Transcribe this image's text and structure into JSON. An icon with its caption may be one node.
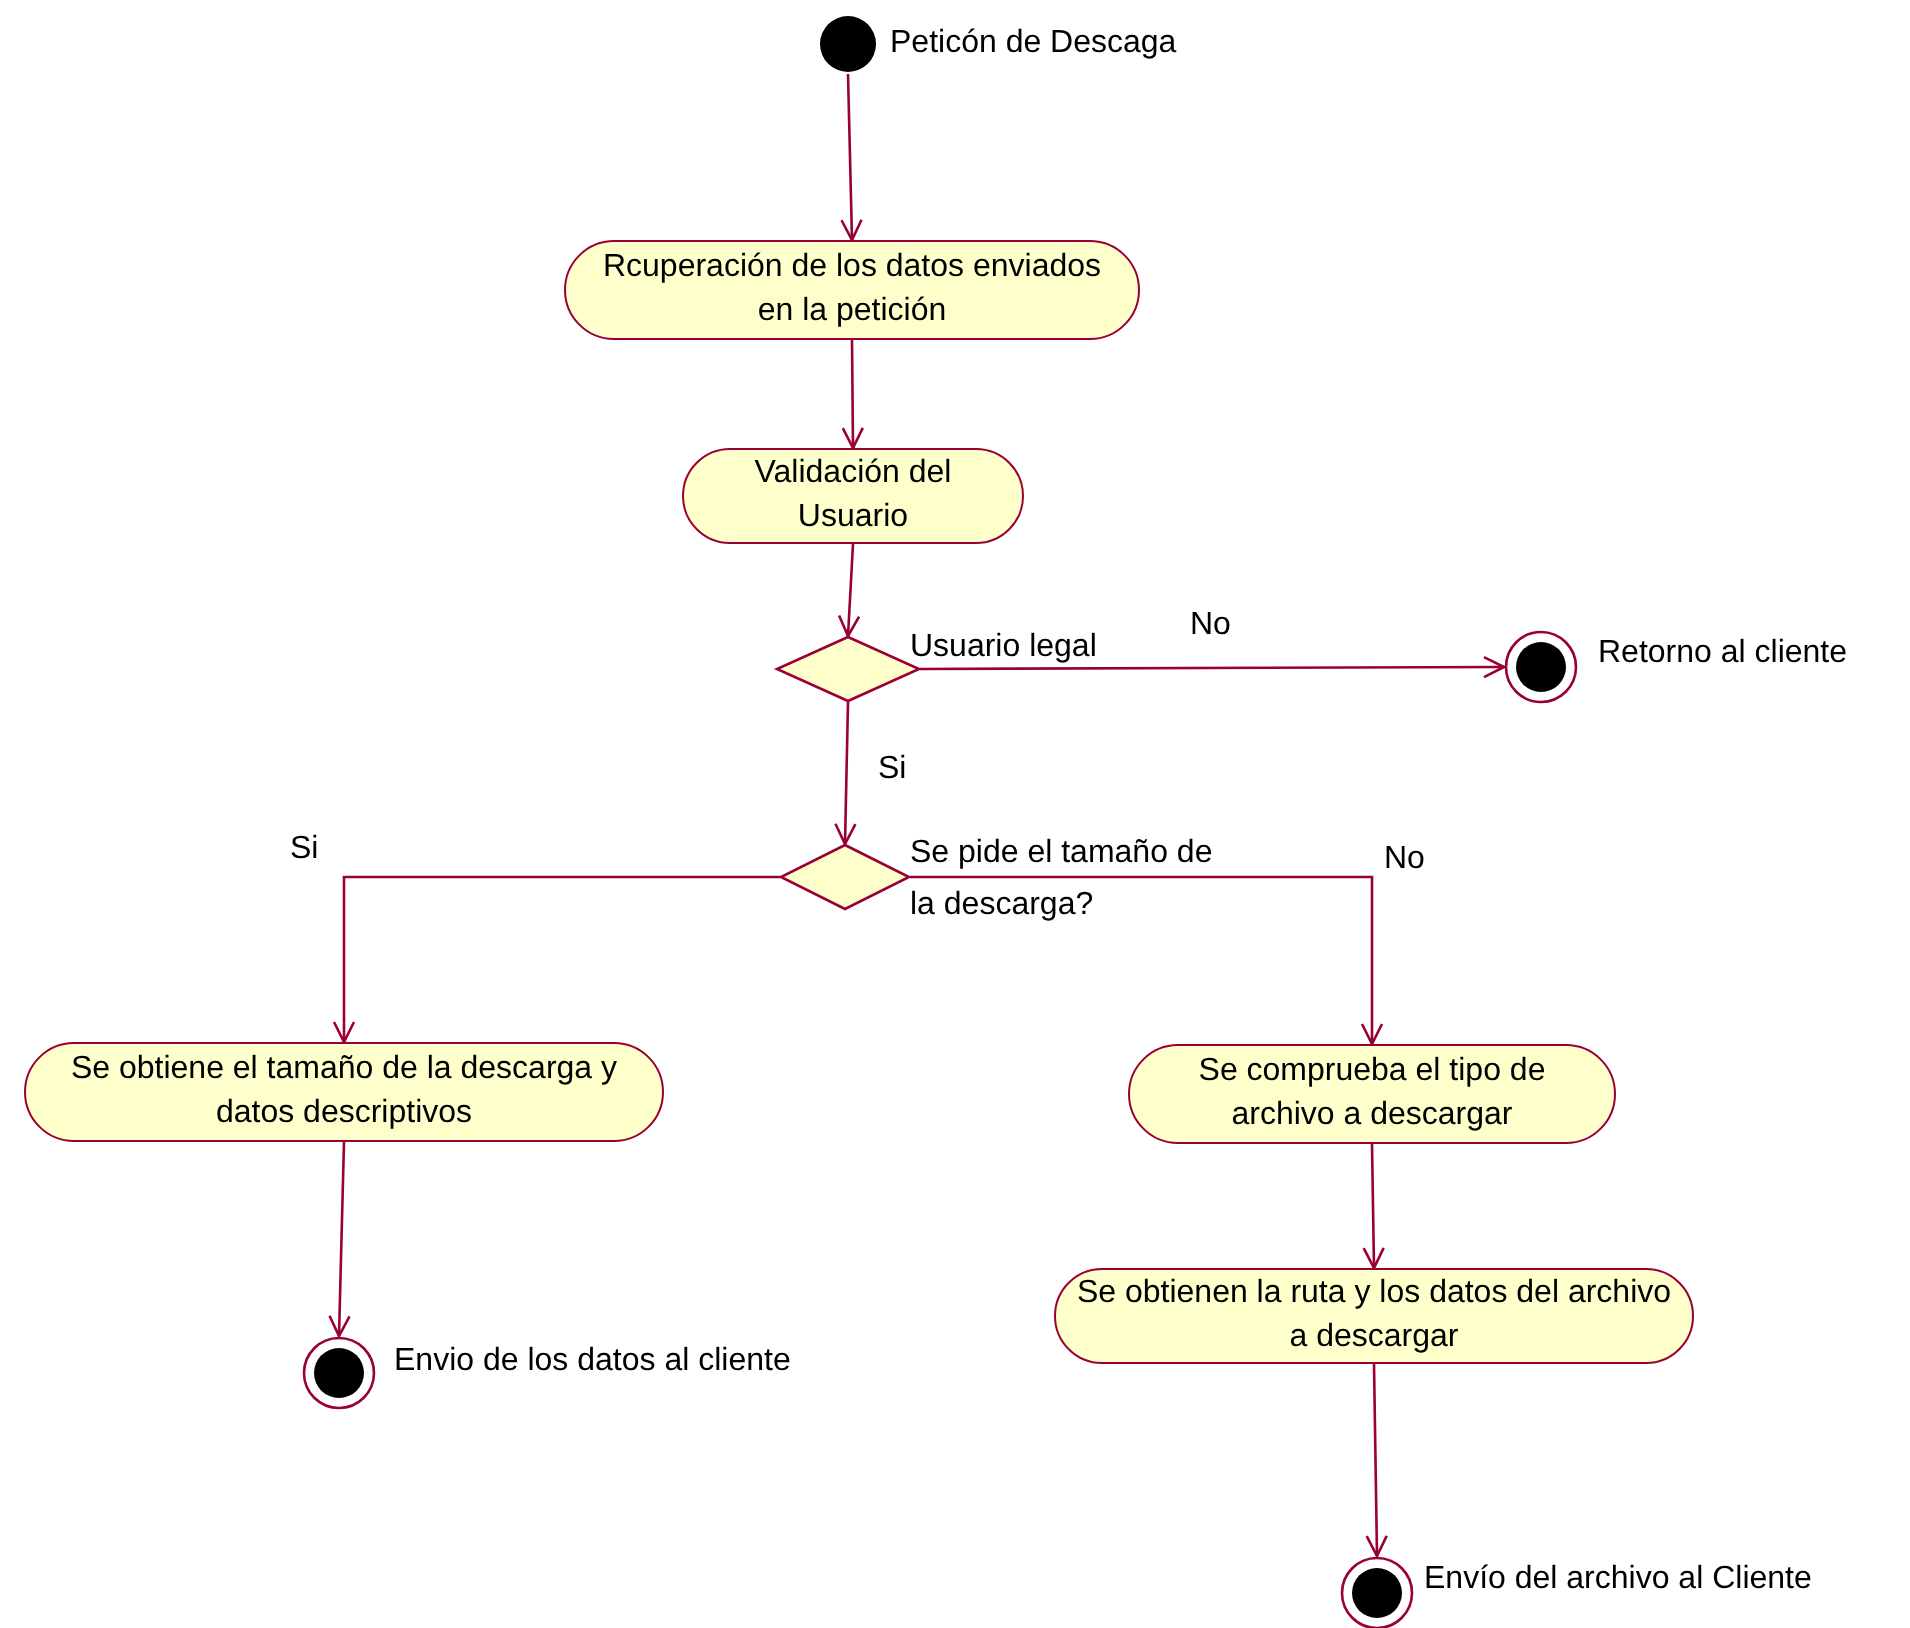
{
  "diagram": {
    "nodes": [
      {
        "text": [],
        "shape": "circle",
        "beside": [
          "Peticón de Descaga"
        ]
      },
      {
        "text": [
          "Rcuperación de los datos enviados en la petición"
        ]
      },
      {
        "text": [
          "Validación del Usuario"
        ]
      },
      {
        "text": [],
        "shape": "diamond",
        "beside": [
          "Usuario legal"
        ]
      },
      {
        "text": [],
        "shape": "bullseye",
        "beside": [
          "Retorno al cliente"
        ]
      },
      {
        "text": [],
        "shape": "diamond",
        "beside": [
          "Se pide el tamaño de la descarga?"
        ]
      },
      {
        "text": [
          "Se obtiene el tamaño de la descarga y datos descriptivos"
        ]
      },
      {
        "text": [
          "Se comprueba el tipo de archivo a descargar"
        ]
      },
      {
        "text": [
          "Se obtienen la ruta y los datos del archivo a descargar"
        ]
      },
      {
        "text": [],
        "shape": "bullseye",
        "beside": [
          "Envio de los datos al cliente"
        ]
      },
      {
        "text": [],
        "shape": "bullseye",
        "beside": [
          "Envío del archivo al Cliente"
        ]
      }
    ],
    "edges": [
      {
        "from": 0,
        "to": 1,
        "arrow": "to"
      },
      {
        "from": 1,
        "to": 2,
        "arrow": "to"
      },
      {
        "from": 2,
        "to": 3,
        "arrow": "to"
      },
      {
        "from": 3,
        "to": 4,
        "arrow": "to",
        "label": "No"
      },
      {
        "from": 3,
        "to": 5,
        "arrow": "to",
        "label": "Si"
      },
      {
        "from": 5,
        "to": 6,
        "arrow": "to",
        "label": "Si"
      },
      {
        "from": 5,
        "to": 7,
        "arrow": "to",
        "label": "No"
      },
      {
        "from": 6,
        "to": 9,
        "arrow": "to"
      },
      {
        "from": 7,
        "to": 8,
        "arrow": "to"
      },
      {
        "from": 8,
        "to": 10,
        "arrow": "to"
      }
    ]
  }
}
